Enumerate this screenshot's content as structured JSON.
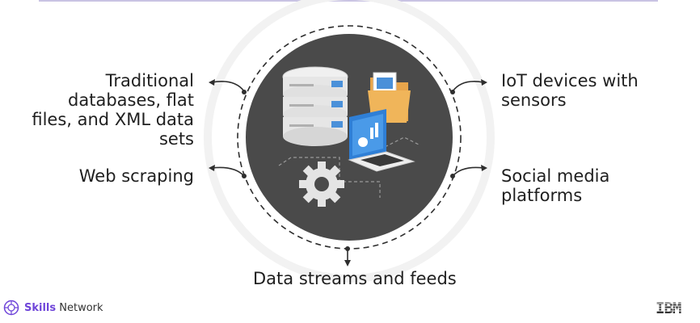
{
  "labels": {
    "traditional": [
      "Traditional",
      "databases, flat",
      "files, and XML data",
      "sets"
    ],
    "web_scraping": "Web scraping",
    "iot": [
      "IoT devices with",
      "sensors"
    ],
    "social": [
      "Social media",
      "platforms"
    ],
    "streams": "Data streams and feeds"
  },
  "footer": {
    "brand_strong": "Skills",
    "brand_rest": " Network",
    "ibm": "IBM"
  },
  "colors": {
    "circle_fill": "#4a4a4a",
    "accent": "#6f45d9",
    "folder": "#e8a54b",
    "laptop_screen": "#2f7fd6"
  }
}
